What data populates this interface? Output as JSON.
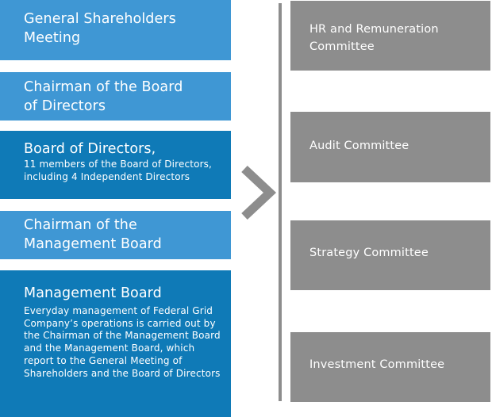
{
  "left_column": {
    "general_shareholders_meeting": "General Shareholders\nMeeting",
    "chairman_of_board": "Chairman of the Board\nof Directors",
    "board_of_directors": {
      "title": "Board of Directors,",
      "subtitle": "11 members of the Board of Directors,\nincluding 4 Independent Directors"
    },
    "chairman_of_management_board": "Chairman of the\nManagement Board",
    "management_board": {
      "title": "Management Board",
      "description": "Everyday management of Federal Grid Company’s operations is  carried out by the Chairman of the Management Board and the Management Board, which report to the General Meeting of Shareholders and the Board of Directors"
    }
  },
  "right_column": {
    "hr_committee": "HR and Remuneration\nCommittee",
    "audit_committee": "Audit Committee",
    "strategy_committee": "Strategy Committee",
    "investment_committee": "Investment Committee"
  },
  "colors": {
    "light_blue": "#3f97d4",
    "dark_blue": "#0f7ab7",
    "gray": "#8d8d8d"
  },
  "icons": {
    "arrow": "chevron-right-icon"
  }
}
